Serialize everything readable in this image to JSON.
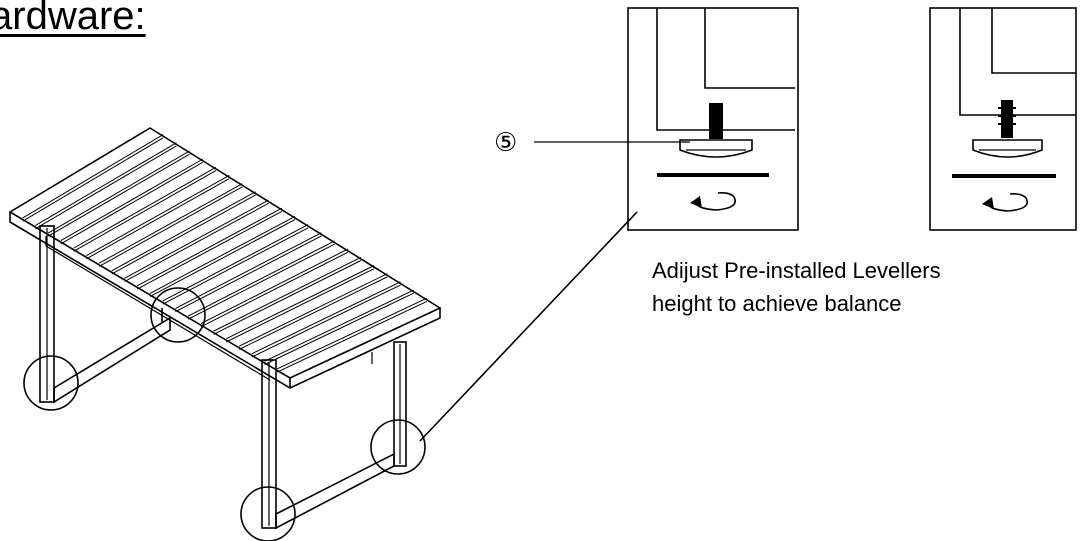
{
  "heading": "ardware:",
  "callout": {
    "number": "⑤"
  },
  "caption": {
    "line1": "Adijust Pre-installed Levellers",
    "line2": "height to achieve balance"
  },
  "icons": [
    "rotate-arrow-icon"
  ]
}
